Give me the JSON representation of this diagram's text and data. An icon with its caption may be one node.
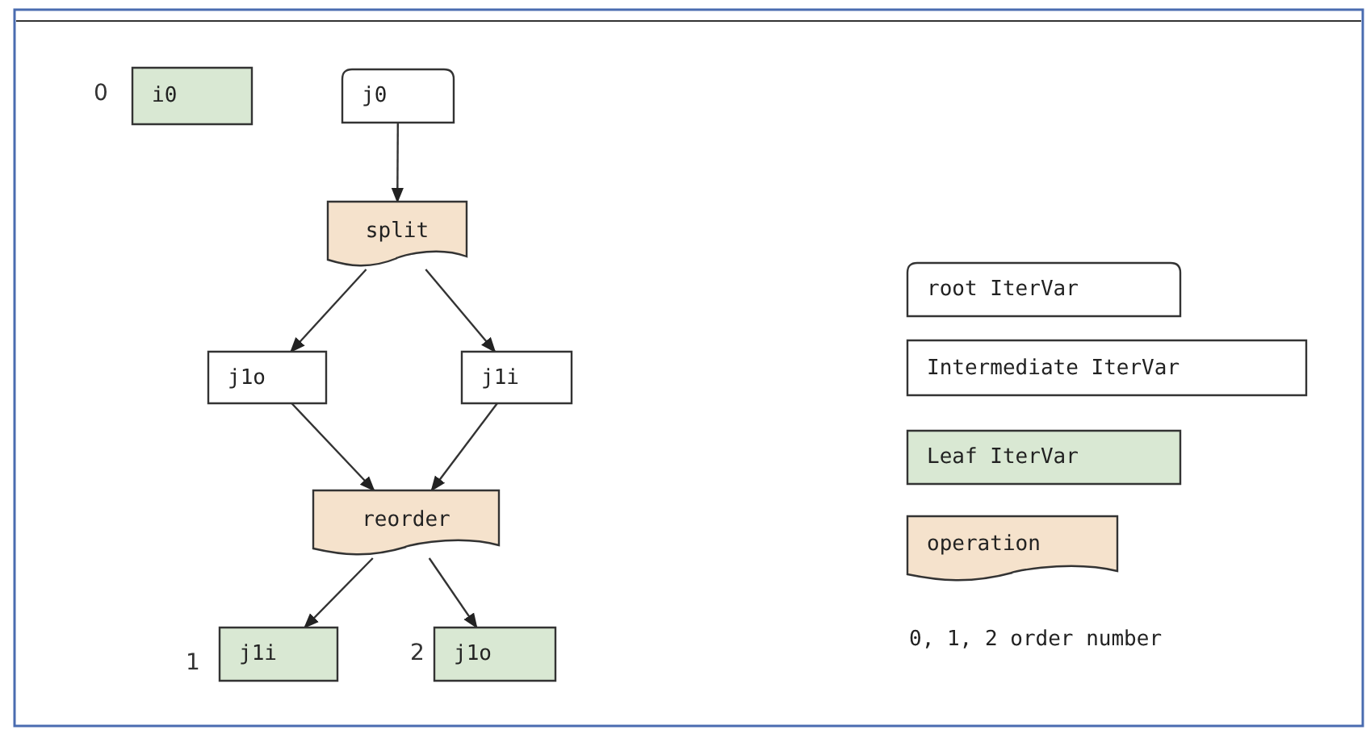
{
  "diagram": {
    "nodes": [
      {
        "text": [
          "i0"
        ],
        "beside": [
          "0"
        ]
      },
      {
        "text": [
          "j0"
        ]
      },
      {
        "text": [
          "split"
        ]
      },
      {
        "text": [
          "j1o"
        ]
      },
      {
        "text": [
          "j1i"
        ]
      },
      {
        "text": [
          "reorder"
        ]
      },
      {
        "text": [
          "j1i"
        ],
        "beside": [
          "1"
        ]
      },
      {
        "text": [
          "j1o"
        ],
        "beside": [
          "2"
        ]
      }
    ],
    "edges": [
      {
        "from": 1,
        "to": 2,
        "arrow": "to"
      },
      {
        "from": 2,
        "to": 3,
        "arrow": "to"
      },
      {
        "from": 2,
        "to": 4,
        "arrow": "to"
      },
      {
        "from": 3,
        "to": 5,
        "arrow": "to"
      },
      {
        "from": 4,
        "to": 5,
        "arrow": "to"
      },
      {
        "from": 5,
        "to": 6,
        "arrow": "to"
      },
      {
        "from": 5,
        "to": 7,
        "arrow": "to"
      }
    ],
    "labels": [
      "0, 1, 2 order number"
    ],
    "legend": [
      {
        "text": "root IterVar"
      },
      {
        "text": "Intermediate IterVar"
      },
      {
        "text": "Leaf IterVar",
        "color": "#d9e8d3"
      },
      {
        "text": "operation",
        "color": "#f5e2cc"
      }
    ]
  }
}
